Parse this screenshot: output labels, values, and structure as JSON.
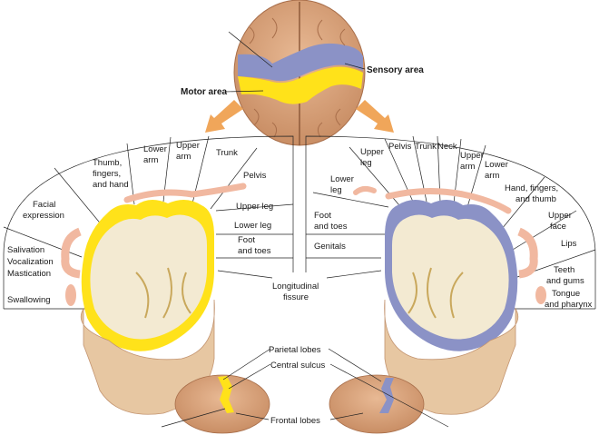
{
  "labels": {
    "sensory_area": "Sensory area",
    "motor_area": "Motor area",
    "longitudinal": "Longitudinal",
    "fissure": "fissure",
    "parietal_lobes": "Parietal lobes",
    "central_sulcus": "Central sulcus",
    "frontal_lobes": "Frontal lobes"
  },
  "motor": {
    "swallowing": "Swallowing",
    "salivation": "Salivation",
    "vocalization": "Vocalization",
    "mastication": "Mastication",
    "facial_1": "Facial",
    "facial_2": "expression",
    "thumb_1": "Thumb,",
    "thumb_2": "fingers,",
    "thumb_3": "and hand",
    "lower_arm_1": "Lower",
    "lower_arm_2": "arm",
    "upper_arm_1": "Upper",
    "upper_arm_2": "arm",
    "trunk": "Trunk",
    "pelvis": "Pelvis",
    "upper_leg": "Upper leg",
    "lower_leg": "Lower leg",
    "foot_1": "Foot",
    "foot_2": "and toes"
  },
  "sensory": {
    "genitals": "Genitals",
    "foot_1": "Foot",
    "foot_2": "and toes",
    "lower_leg_1": "Lower",
    "lower_leg_2": "leg",
    "upper_leg_1": "Upper",
    "upper_leg_2": "leg",
    "pelvis": "Pelvis",
    "trunk": "Trunk",
    "neck": "Neck",
    "upper_arm_1": "Upper",
    "upper_arm_2": "arm",
    "lower_arm_1": "Lower",
    "lower_arm_2": "arm",
    "hand_1": "Hand, fingers,",
    "hand_2": "and thumb",
    "upper_face_1": "Upper",
    "upper_face_2": "face",
    "lips": "Lips",
    "teeth_1": "Teeth",
    "teeth_2": "and gums",
    "tongue_1": "Tongue",
    "tongue_2": "and pharynx"
  },
  "colors": {
    "motor": "#ffe21a",
    "sensory": "#8b92c6",
    "brain": "#d9a27a",
    "section": "#f3ead2",
    "arrow": "#f0a65a"
  }
}
